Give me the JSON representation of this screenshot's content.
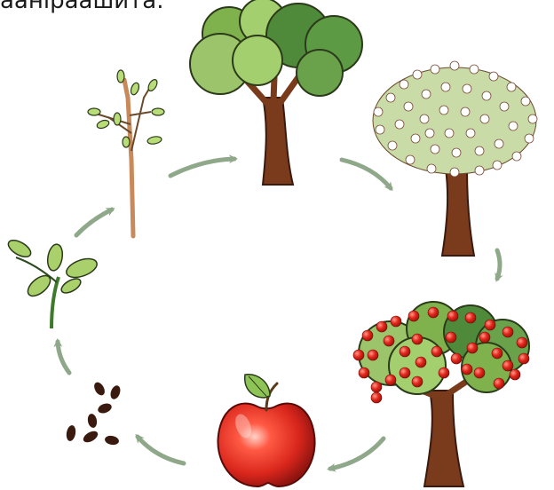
{
  "caption": "ааніраашита.",
  "stages": [
    {
      "id": "seeds",
      "icon": "seeds-icon"
    },
    {
      "id": "sprout",
      "icon": "sprout-icon"
    },
    {
      "id": "sapling",
      "icon": "sapling-icon"
    },
    {
      "id": "young-tree",
      "icon": "young-tree-icon"
    },
    {
      "id": "blossoming-tree",
      "icon": "blossoming-tree-icon"
    },
    {
      "id": "fruiting-tree",
      "icon": "fruiting-tree-icon"
    },
    {
      "id": "apple",
      "icon": "apple-icon"
    }
  ],
  "colors": {
    "arrow": "#8fa88a",
    "trunk": "#7a3b1c",
    "leaf_light": "#9cc46a",
    "leaf_dark": "#4f8a3a",
    "apple_red": "#d9261c",
    "blossom": "#ffffff",
    "seed": "#3a1a0e"
  }
}
